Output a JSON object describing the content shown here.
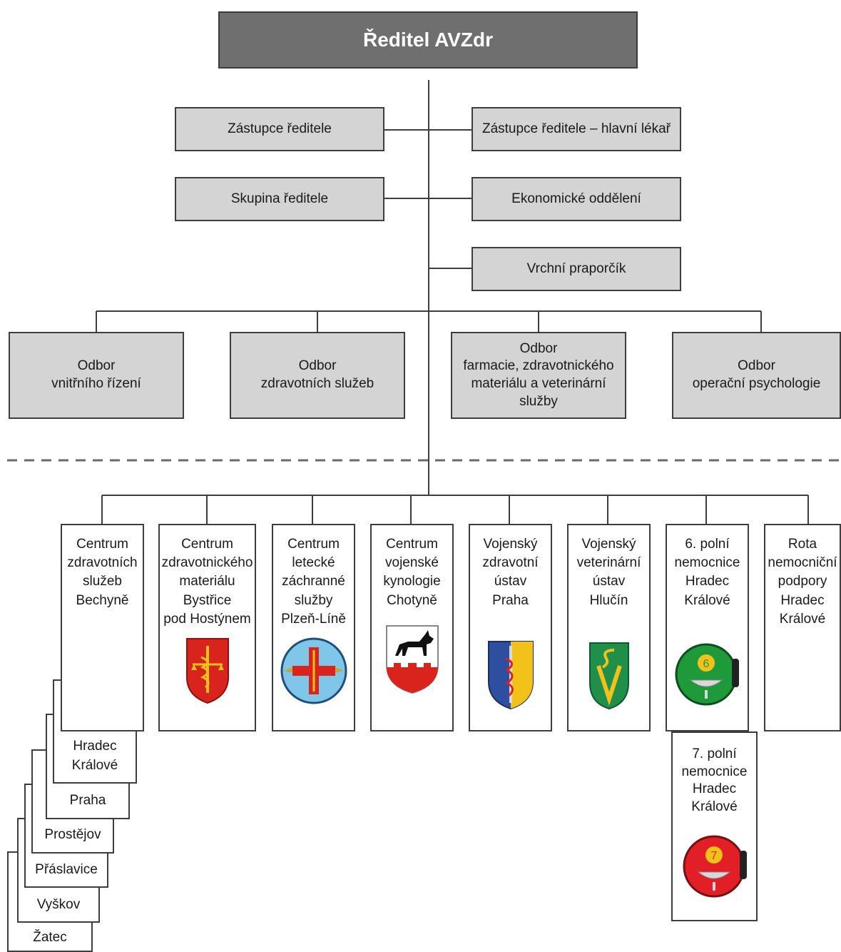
{
  "director": "Ředitel AVZdr",
  "staff": {
    "deputy_director": "Zástupce ředitele",
    "deputy_chief_physician": "Zástupce ředitele – hlavní lékař",
    "director_group": "Skupina ředitele",
    "economic_dept": "Ekonomické oddělení",
    "chief_warrant_officer": "Vrchní praporčík"
  },
  "departments": [
    {
      "line1": "Odbor",
      "line2": "vnitřního řízení"
    },
    {
      "line1": "Odbor",
      "line2": "zdravotních služeb"
    },
    {
      "line1": "Odbor",
      "line2": "farmacie, zdravotnického",
      "line3": "materiálu a veterinární služby"
    },
    {
      "line1": "Odbor",
      "line2": "operační psychologie"
    }
  ],
  "units": [
    {
      "lines": [
        "Centrum",
        "zdravotních",
        "služeb",
        "Bechyně"
      ]
    },
    {
      "lines": [
        "Centrum",
        "zdravotnického",
        "materiálu",
        "Bystřice",
        "pod Hostýnem"
      ],
      "emblem": "caduceus-shield-icon"
    },
    {
      "lines": [
        "Centrum",
        "letecké",
        "záchranné",
        "služby",
        "Plzeň-Líně"
      ],
      "emblem": "red-cross-wings-icon"
    },
    {
      "lines": [
        "Centrum",
        "vojenské",
        "kynologie",
        "Chotyně"
      ],
      "emblem": "dog-shield-icon"
    },
    {
      "lines": [
        "Vojenský",
        "zdravotní",
        "ústav",
        "Praha"
      ],
      "emblem": "staff-shield-icon"
    },
    {
      "lines": [
        "Vojenský",
        "veterinární",
        "ústav",
        "Hlučín"
      ],
      "emblem": "sv-shield-icon"
    },
    {
      "lines": [
        "6. polní",
        "nemocnice",
        "Hradec",
        "Králové"
      ],
      "emblem": "bowl-6-badge-icon"
    },
    {
      "lines": [
        "Rota",
        "nemocniční",
        "podpory",
        "Hradec",
        "Králové"
      ]
    }
  ],
  "bechyne_branches": [
    {
      "lines": [
        "Hradec",
        "Králové"
      ]
    },
    {
      "lines": [
        "Praha"
      ]
    },
    {
      "lines": [
        "Prostějov"
      ]
    },
    {
      "lines": [
        "Přáslavice"
      ]
    },
    {
      "lines": [
        "Vyškov"
      ]
    },
    {
      "lines": [
        "Žatec"
      ]
    }
  ],
  "hospital7": {
    "lines": [
      "7. polní",
      "nemocnice",
      "Hradec",
      "Králové"
    ],
    "emblem": "bowl-7-badge-icon"
  },
  "colors": {
    "director_fill": "#6f6f6f",
    "staff_fill": "#d4d4d4",
    "line": "#3e3e3e"
  }
}
